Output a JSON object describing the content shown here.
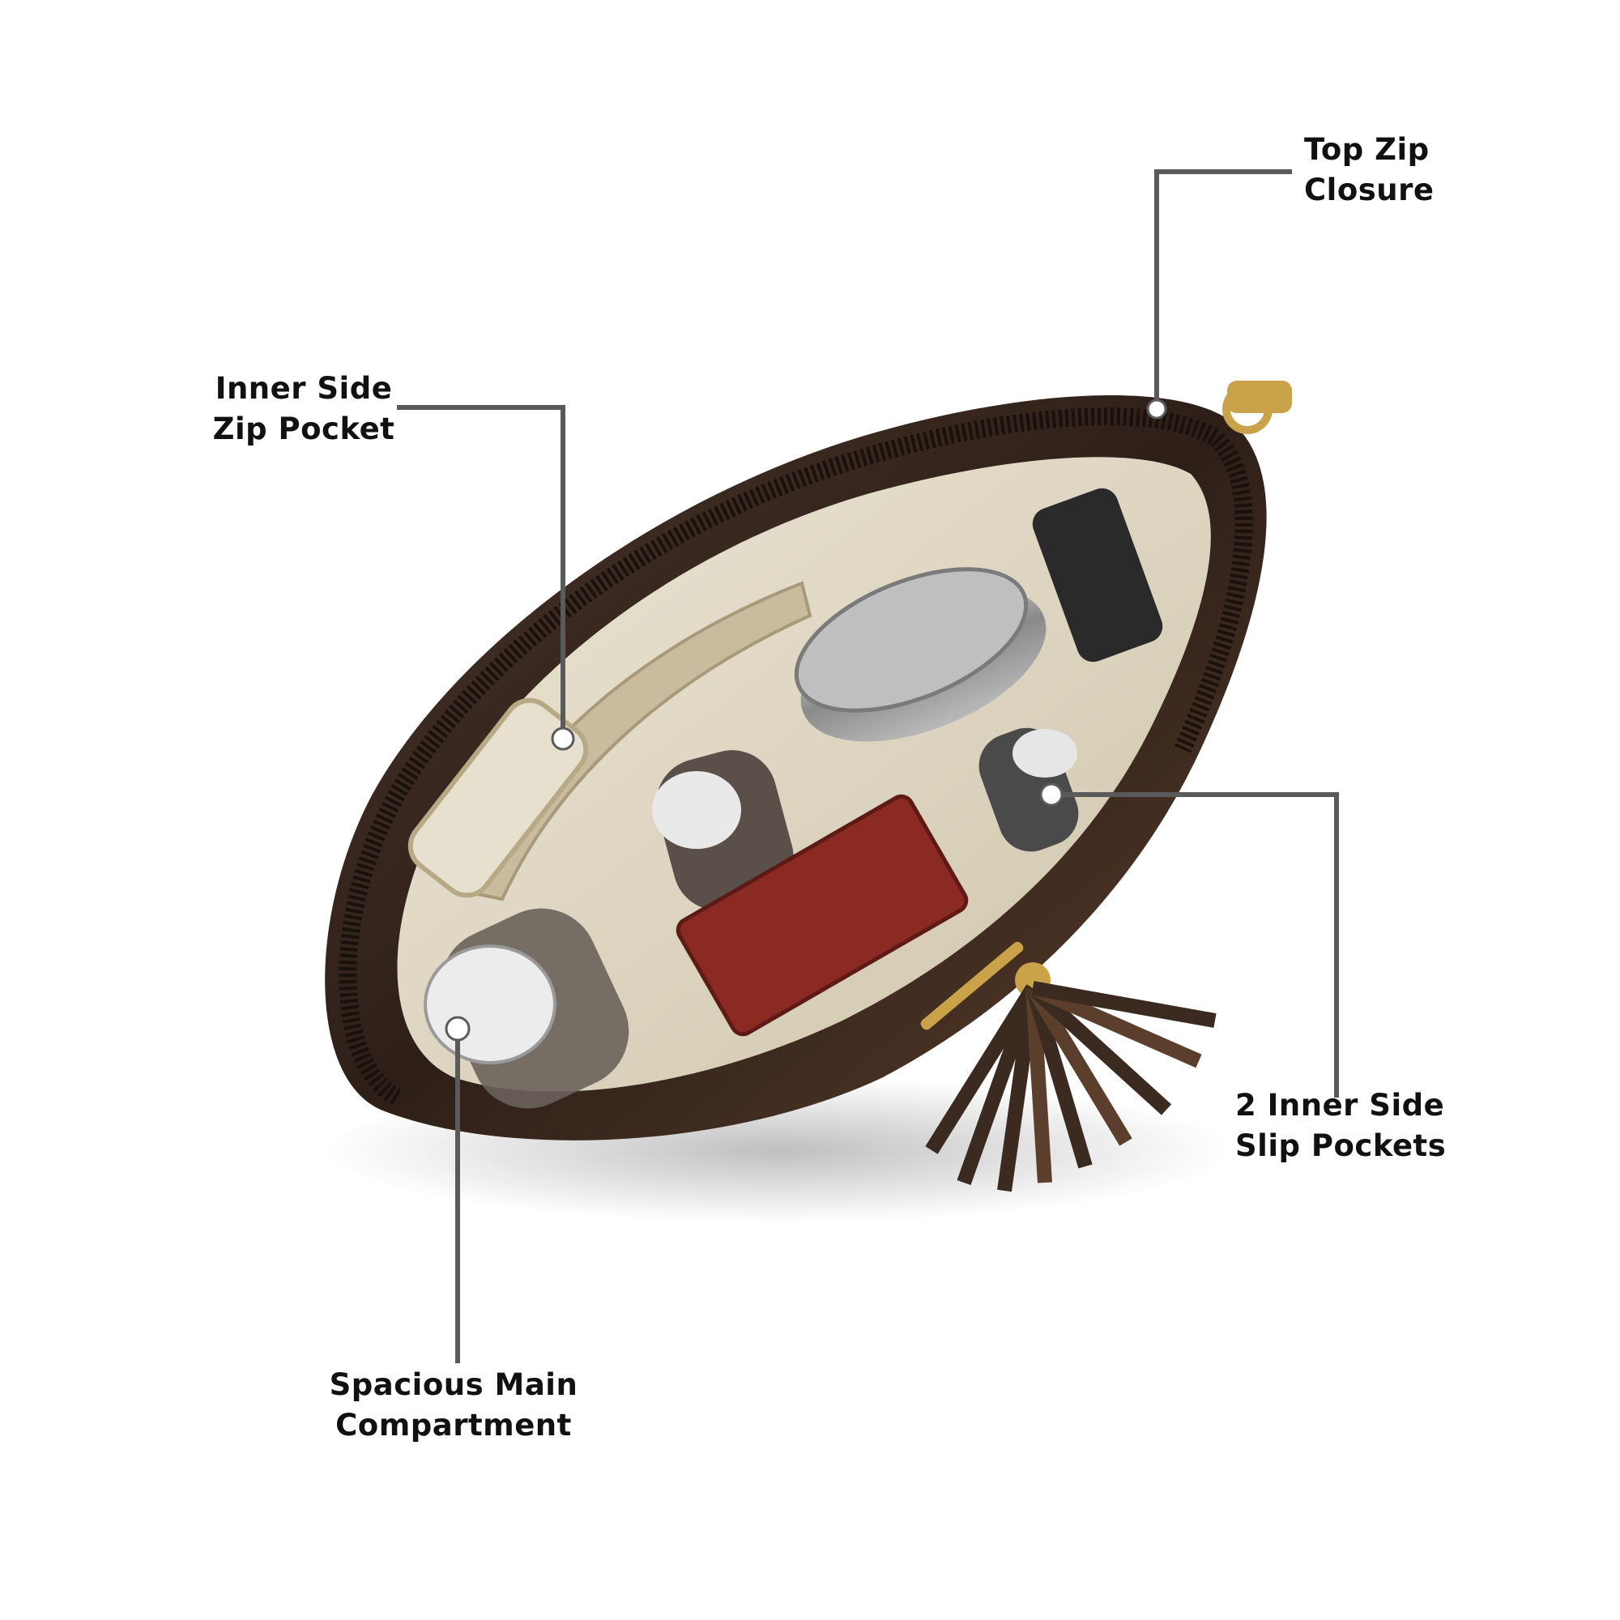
{
  "colors": {
    "callout_line": "#5a5a5a",
    "callout_dot": "#ffffff",
    "label_text": "#111111",
    "bag_dark": "#2d1f18",
    "lining": "#ddd4c0",
    "hardware_gold": "#c9a24a"
  },
  "callouts": {
    "top_zip": {
      "line1": "Top Zip",
      "line2": "Closure"
    },
    "inner_zip_pocket": {
      "line1": "Inner Side",
      "line2": "Zip Pocket"
    },
    "slip_pockets": {
      "line1": "2 Inner Side",
      "line2": "Slip Pockets"
    },
    "main_compartment": {
      "line1": "Spacious Main",
      "line2": "Compartment"
    }
  }
}
